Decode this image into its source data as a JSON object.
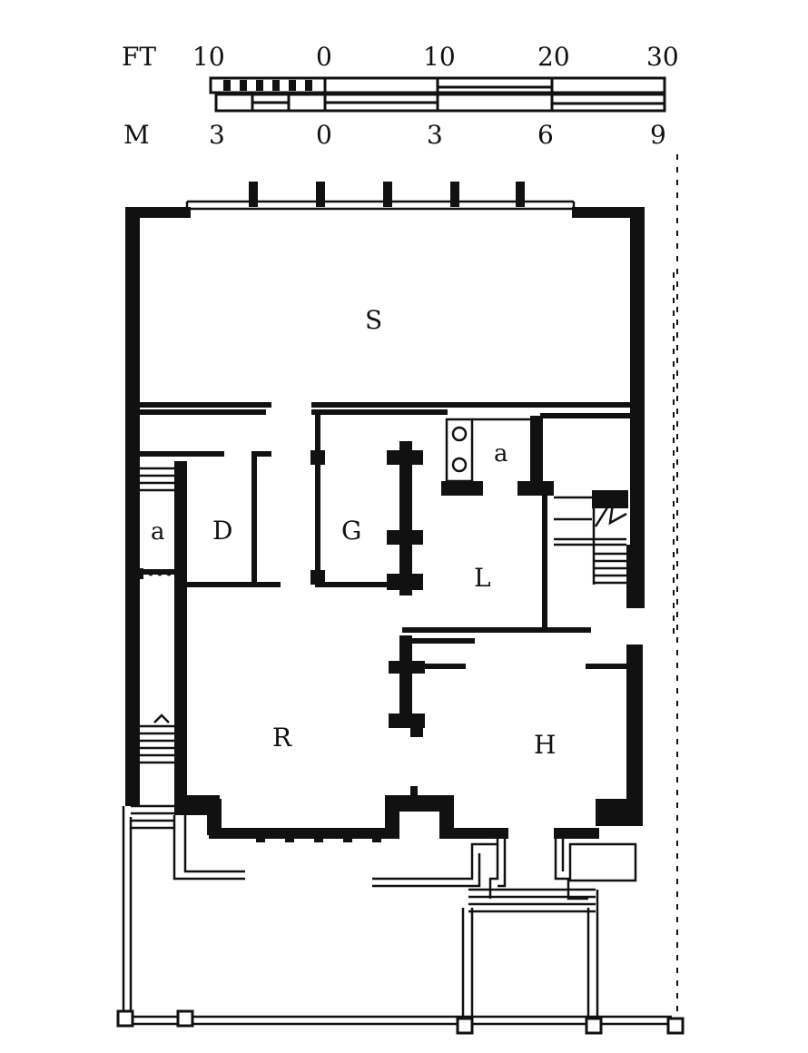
{
  "scale": {
    "ft_unit": "FT",
    "ft_ticks": [
      "10",
      "0",
      "10",
      "20",
      "30"
    ],
    "m_unit": "M",
    "m_ticks": [
      "3",
      "0",
      "3",
      "6",
      "9"
    ]
  },
  "rooms": {
    "S": "S",
    "a_left": "a",
    "D": "D",
    "G": "G",
    "a_right": "a",
    "L": "L",
    "R": "R",
    "H": "H"
  }
}
